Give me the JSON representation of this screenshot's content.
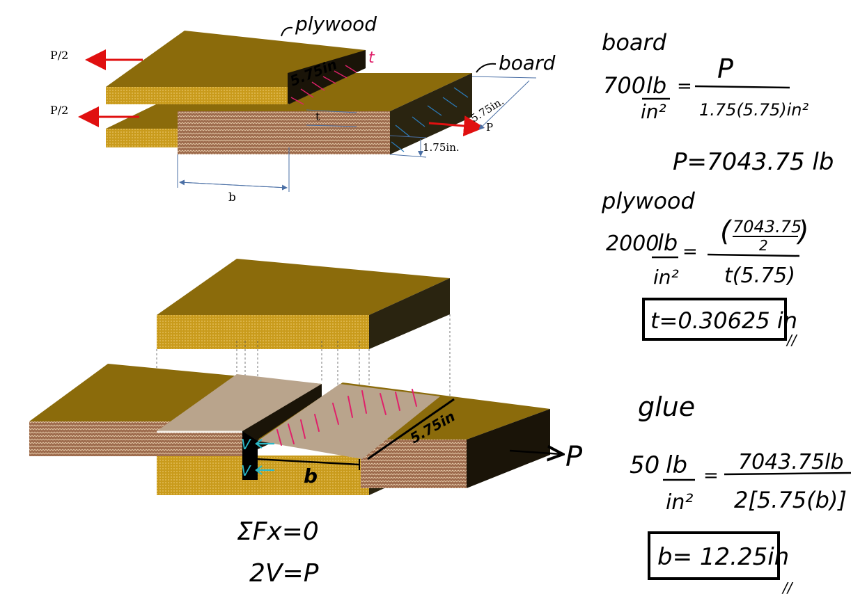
{
  "top_figure": {
    "force_top_left": "P/2",
    "force_bottom_left": "P/2",
    "force_right": "P",
    "label_plywood": "plywood",
    "label_board": "board",
    "label_t_red": "t",
    "label_width_on_plywood": "5.75in",
    "label_width_dim": "5.75in.",
    "label_thickness_dim": "1.75in.",
    "label_t_dim": "t",
    "label_b_dim": "b"
  },
  "bottom_figure": {
    "label_width": "5.75in",
    "label_load": "P",
    "label_b": "b",
    "shear_v1": "V",
    "shear_v2": "V",
    "eq_sum": "ΣFx=0",
    "eq_balance": "2V=P"
  },
  "calc_board": {
    "heading": "board",
    "stress_value": "700",
    "stress_unit_num": "lb",
    "stress_unit_den": "in²",
    "rhs_num": "P",
    "rhs_den": "1.75(5.75)in²",
    "result": "P=7043.75 lb"
  },
  "calc_plywood": {
    "heading": "plywood",
    "stress_value": "2000",
    "stress_unit_num": "lb",
    "stress_unit_den": "in²",
    "rhs_num_top": "7043.75",
    "rhs_num_bottom": "2",
    "rhs_den": "t(5.75)",
    "result": "t=0.30625 in",
    "result_mark": "//"
  },
  "calc_glue": {
    "heading": "glue",
    "stress_value": "50",
    "stress_unit_num": "lb",
    "stress_unit_den": "in²",
    "rhs_num": "7043.75lb",
    "rhs_den": "2[5.75(b)]",
    "result": "b= 12.25in",
    "result_mark": "//"
  },
  "colors": {
    "wood_top": "#8B6B0B",
    "wood_front": "#C79A16",
    "board_end_grain": "#9A6A4E",
    "wood_side_dark": "#2A2410",
    "force_arrow": "#E01010",
    "dimension_line": "#4A6FA5",
    "hatch_red": "#E0206A",
    "hatch_blue": "#2A7AB8",
    "shear_arrow": "#2AB8C8",
    "glue_area": "#B9A48C"
  }
}
